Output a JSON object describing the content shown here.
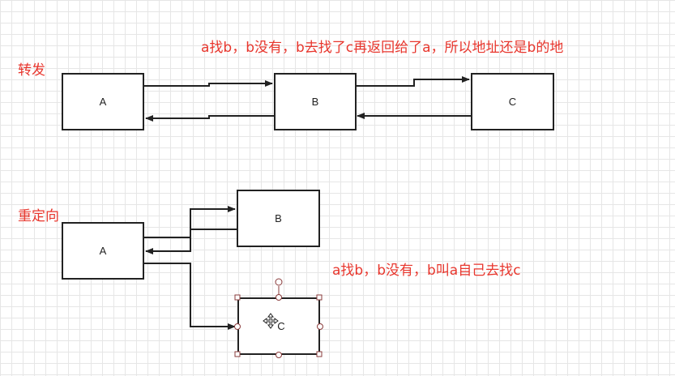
{
  "forward": {
    "title": "转发",
    "note": "a找b，b没有，b去找了c再返回给了a，所以地址还是b的地",
    "nodes": {
      "a": "A",
      "b": "B",
      "c": "C"
    }
  },
  "redirect": {
    "title": "重定向",
    "note": "a找b，b没有，b叫a自己去找c",
    "nodes": {
      "a": "A",
      "b": "B",
      "c": "C"
    }
  },
  "colors": {
    "label": "#e8362d",
    "stroke": "#222222",
    "grid": "#e6e6e6",
    "selection": "#8a3b3b"
  },
  "icons": {
    "move_cursor": "move-cursor-icon"
  }
}
